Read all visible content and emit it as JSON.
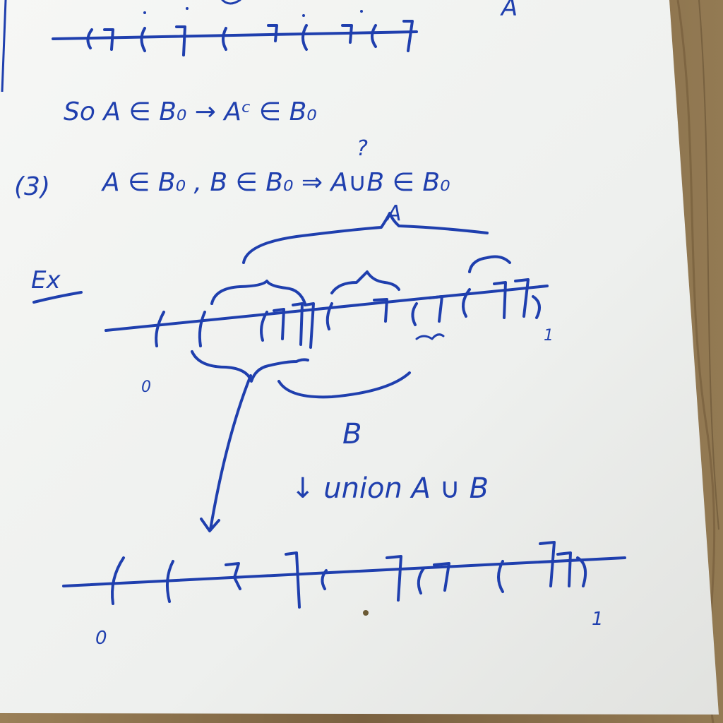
{
  "colors": {
    "ink": "#1f3fae",
    "paper": "#f3f4f2",
    "wood": "#8a7350"
  },
  "notes": {
    "top_label": "A",
    "line1": "So  A ∈ B₀  →  Aᶜ ∈ B₀",
    "item3_number": "(3)",
    "item3_text": "A ∈ B₀ ,  B ∈ B₀  ⇒  A∪B ∈ B₀",
    "question_mark": "?",
    "example_label": "Ex",
    "brace_label_a": "A",
    "brace_label_b": "B",
    "axis_zero_upper": "0",
    "axis_one_upper": "1",
    "union_label": "↓ union A ∪ B",
    "axis_zero_lower": "0",
    "axis_one_lower": "1"
  }
}
